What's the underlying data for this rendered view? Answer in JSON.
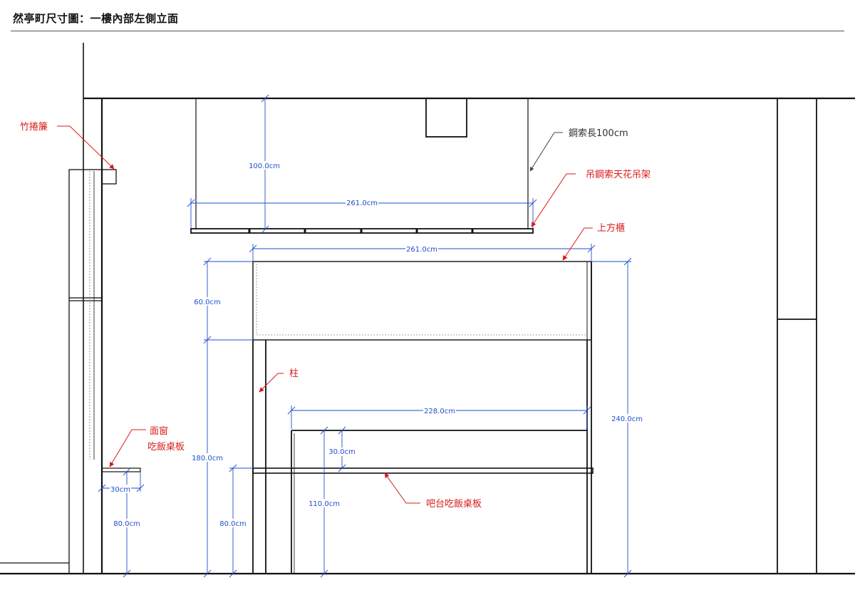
{
  "title": "然亭町尺寸圖：一樓內部左側立面",
  "colors": {
    "line": "#111111",
    "dimension": "#1f4fcf",
    "callout": "#d81b1b",
    "note": "#333333"
  },
  "dimensions": {
    "hang_height": "100.0cm",
    "rack_width": "261.0cm",
    "cabinet_width": "261.0cm",
    "cabinet_height": "60.0cm",
    "under_cabinet_height": "180.0cm",
    "total_height": "240.0cm",
    "bar_width": "228.0cm",
    "bar_riser": "30.0cm",
    "bar_height": "110.0cm",
    "counter_height": "80.0cm",
    "window_board_height": "80.0cm",
    "window_board_depth": "30cm"
  },
  "callouts": {
    "bamboo_blind": "竹捲簾",
    "steel_cable": "鋼索長100cm",
    "ceiling_rack": "吊鋼索天花吊架",
    "upper_cabinet": "上方櫃",
    "column": "柱",
    "window_board_line1": "面窗",
    "window_board_line2": "吃飯桌板",
    "bar_board": "吧台吃飯桌板"
  }
}
